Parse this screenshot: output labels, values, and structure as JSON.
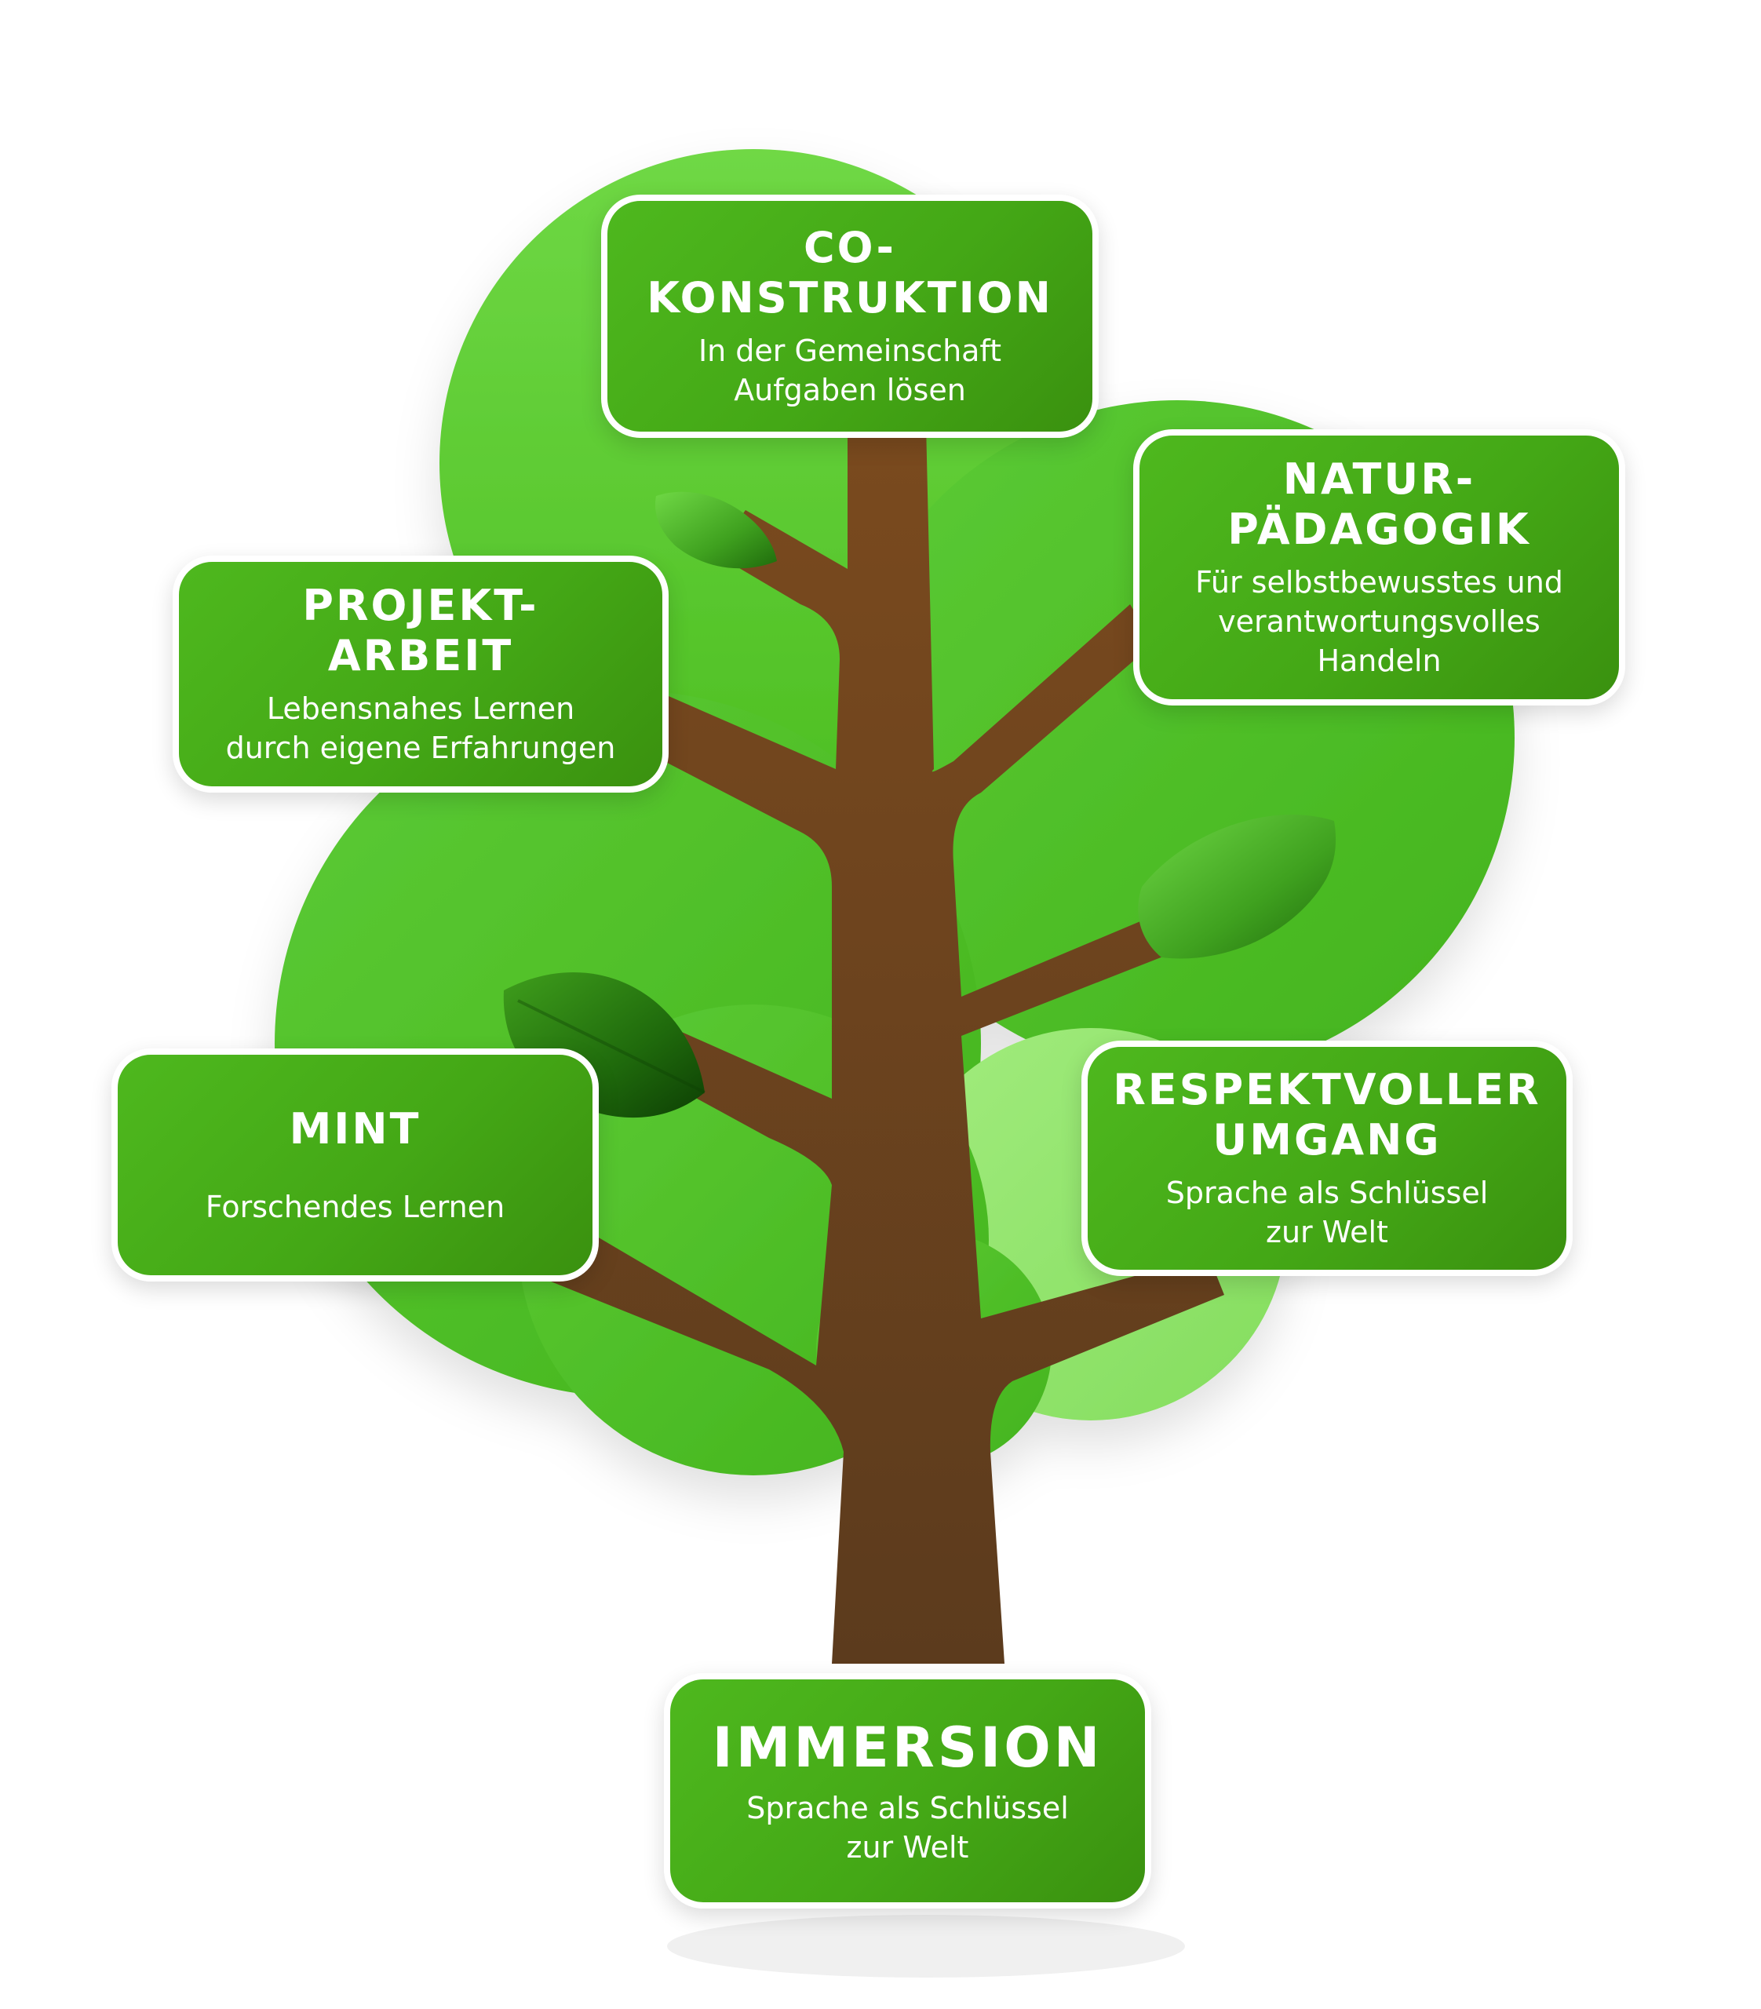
{
  "diagram": {
    "colors": {
      "canopy_light": "#8ee36a",
      "canopy_mid": "#5ccb35",
      "canopy_dark": "#3fae1c",
      "trunk": "#6e4421",
      "trunk_shadow": "#5c3a1d",
      "card": "#44a816",
      "card_border": "#ffffff",
      "text": "#ffffff"
    },
    "icons": [
      "tree-illustration",
      "leaf-icon"
    ],
    "cards": {
      "co_konstruktion": {
        "title": "CO-\nKONSTRUKTION",
        "description": "In der Gemeinschaft\nAufgaben lösen"
      },
      "natur_paedagogik": {
        "title": "NATUR-\nPÄDAGOGIK",
        "description": "Für selbstbewusstes und\nverantwortungsvolles\nHandeln"
      },
      "projekt_arbeit": {
        "title": "PROJEKT-\nARBEIT",
        "description": "Lebensnahes Lernen\ndurch eigene Erfahrungen"
      },
      "mint": {
        "title": "MINT",
        "description": "Forschendes Lernen"
      },
      "respektvoller_umgang": {
        "title": "RESPEKTVOLLER\nUMGANG",
        "description": "Sprache als Schlüssel\nzur Welt"
      },
      "immersion": {
        "title": "IMMERSION",
        "description": "Sprache als Schlüssel\nzur Welt"
      }
    }
  }
}
